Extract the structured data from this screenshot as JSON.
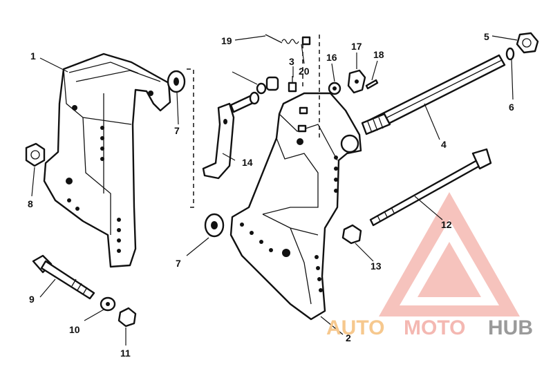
{
  "callouts": [
    {
      "id": "1",
      "text": "1"
    },
    {
      "id": "2",
      "text": "2"
    },
    {
      "id": "3",
      "text": "3"
    },
    {
      "id": "4",
      "text": "4"
    },
    {
      "id": "5",
      "text": "5"
    },
    {
      "id": "6",
      "text": "6"
    },
    {
      "id": "7a",
      "text": "7"
    },
    {
      "id": "7b",
      "text": "7"
    },
    {
      "id": "8",
      "text": "8"
    },
    {
      "id": "9",
      "text": "9"
    },
    {
      "id": "10",
      "text": "10"
    },
    {
      "id": "11",
      "text": "11"
    },
    {
      "id": "12",
      "text": "12"
    },
    {
      "id": "13",
      "text": "13"
    },
    {
      "id": "14",
      "text": "14"
    },
    {
      "id": "16",
      "text": "16"
    },
    {
      "id": "17",
      "text": "17"
    },
    {
      "id": "18",
      "text": "18"
    },
    {
      "id": "19",
      "text": "19"
    },
    {
      "id": "20",
      "text": "20"
    }
  ],
  "watermark": {
    "part1": "AUTO",
    "part2": "MOTO",
    "part3": "HUB",
    "color_primary": "#f4b8b2",
    "color_secondary": "#f6c88e",
    "color_dark": "#9a9a9a"
  }
}
